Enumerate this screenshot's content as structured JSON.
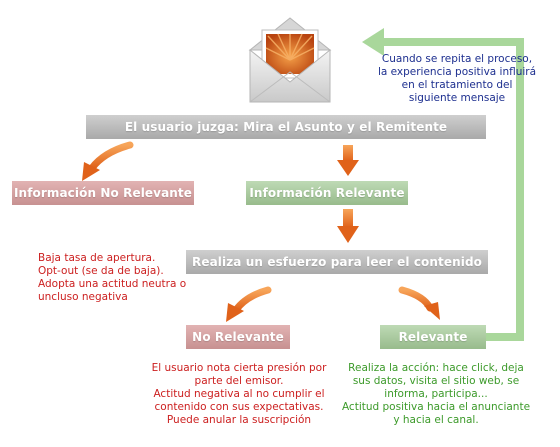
{
  "colors": {
    "gray_box": "#b4b4b4",
    "red_box": "#d09f9f",
    "green_box": "#a8c99c",
    "orange_arrow": "#ee7622",
    "loop_arrow": "#a9d79b",
    "red_text": "#cc2020",
    "green_text": "#3c9a2a",
    "blue_text": "#1d2f8f"
  },
  "icons": {
    "envelope": "envelope-open-letter-icon"
  },
  "top_box": {
    "label": "El usuario juzga: Mira el Asunto y el Remitente"
  },
  "not_relevant_info": {
    "label": "Información No Relevante"
  },
  "relevant_info": {
    "label": "Información Relevante"
  },
  "effort_box": {
    "label": "Realiza un esfuerzo para leer el contenido"
  },
  "not_relevant": {
    "label": "No Relevante"
  },
  "relevant": {
    "label": "Relevante"
  },
  "loop_note": {
    "lines": [
      "Cuando se repita el proceso,",
      "la experiencia positiva influirá",
      "en el tratamiento del",
      "siguiente mensaje"
    ]
  },
  "not_relevant_info_note": {
    "lines": [
      "Baja tasa de apertura.",
      "Opt-out (se da de baja).",
      "Adopta una actitud neutra o",
      "uncluso negativa"
    ]
  },
  "not_relevant_note": {
    "lines": [
      "El usuario nota cierta presión por",
      "parte del emisor.",
      "Actitud negativa al no cumplir el",
      "contenido con sus expectativas.",
      "Puede anular la suscripción"
    ]
  },
  "relevant_note": {
    "lines": [
      "Realiza la acción: hace click, deja",
      "sus datos, visita el sitio web, se",
      "informa, participa...",
      "Actitud positiva hacia el anunciante",
      "y hacia el canal."
    ]
  }
}
